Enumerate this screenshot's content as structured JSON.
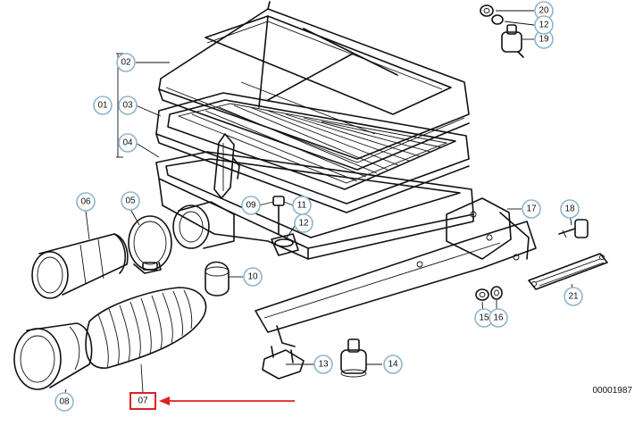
{
  "catalog_number": "00001987",
  "highlighted_part": "07",
  "highlight_color": "#dd2222",
  "callout_color": "#8fb4cf",
  "callouts": {
    "c01": "01",
    "c02": "02",
    "c03": "03",
    "c04": "04",
    "c05": "05",
    "c06": "06",
    "c08": "08",
    "c09": "09",
    "c10": "10",
    "c11": "11",
    "c12a": "12",
    "c12b": "12",
    "c13": "13",
    "c14": "14",
    "c15": "15",
    "c16": "16",
    "c17": "17",
    "c18": "18",
    "c19": "19",
    "c20": "20",
    "c21": "21"
  }
}
